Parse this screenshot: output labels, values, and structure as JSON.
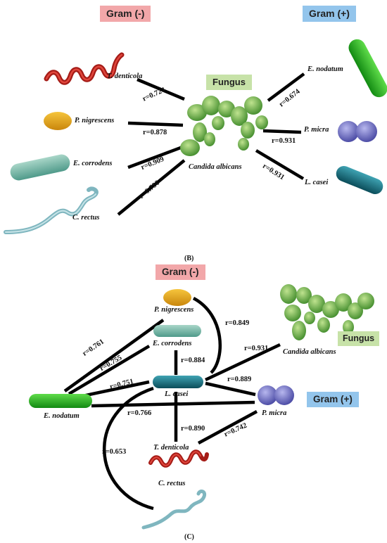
{
  "panel_b": {
    "label": "(B)",
    "gram_neg": "Gram (-)",
    "gram_pos": "Gram (+)",
    "fungus": "Fungus",
    "species": {
      "t_denticola": "T. denticola",
      "p_nigrescens": "P. nigrescens",
      "e_corrodens": "E. corrodens",
      "c_rectus": "C. rectus",
      "e_nodatum": "E. nodatum",
      "p_micra": "P. micra",
      "l_casei": "L. casei",
      "c_albicans": "Candida albicans"
    },
    "edges": {
      "t_denticola": "r=0.724",
      "p_nigrescens": "r=0.878",
      "e_corrodens": "r=0.909",
      "c_rectus": "r=0.790",
      "e_nodatum": "r=0.674",
      "p_micra": "r=0.931",
      "l_casei": "r=0.931"
    }
  },
  "panel_c": {
    "label": "(C)",
    "gram_neg": "Gram (-)",
    "gram_pos": "Gram (+)",
    "fungus": "Fungus",
    "species": {
      "p_nigrescens": "P. nigrescens",
      "e_corrodens": "E. corrodens",
      "l_casei": "L. casei",
      "e_nodatum": "E. nodatum",
      "p_micra": "P. micra",
      "t_denticola": "T. denticola",
      "c_rectus": "C. rectus",
      "c_albicans": "Candida albicans"
    },
    "edges": {
      "nig_cas": "r=0.849",
      "cor_cas": "r=0.884",
      "cas_alb": "r=0.931",
      "cas_mic": "r=0.889",
      "nod_nig": "r=0.761",
      "nod_cor": "r=0.755",
      "nod_cas": "r=0.751",
      "nod_mic": "r=0.766",
      "cas_den": "r=0.890",
      "den_mic": "r=0.742",
      "cas_rec": "r=0.653"
    }
  },
  "colors": {
    "gram_neg": "#f2a7a9",
    "gram_pos": "#93c5ec",
    "fungus": "#c7e2a8",
    "t_denticola": "#b3201b",
    "p_nigrescens": "#e1a21a",
    "e_corrodens": "#7fb8aa",
    "c_rectus": "#8fb9bf",
    "e_nodatum": "#1ea51e",
    "p_micra": "#6f6fc4",
    "l_casei": "#176d7c",
    "c_albicans": "#5aa537"
  }
}
